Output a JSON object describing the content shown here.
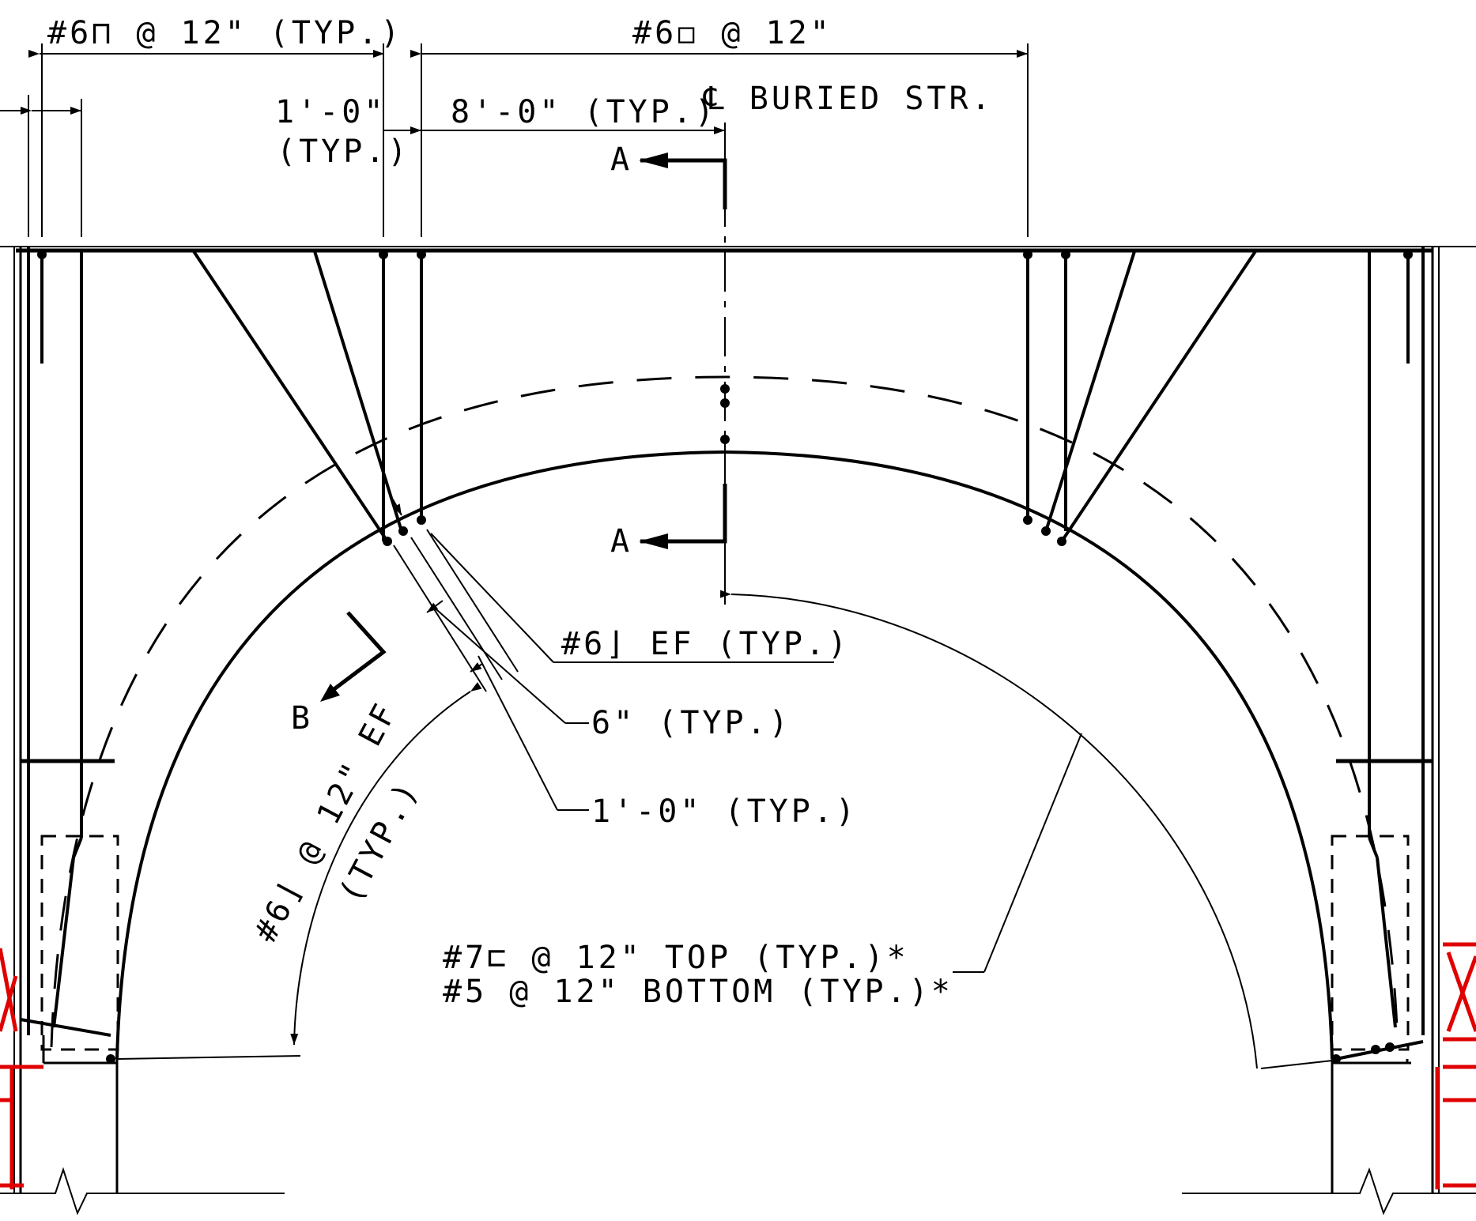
{
  "labels": {
    "lbl1": "#6⊓ @ 12\" (TYP.)",
    "lbl2": "#6◻ @ 12\"",
    "lbl3": "1'-0\"",
    "lbl4": "(TYP.)",
    "lbl5": "8'-0\" (TYP.)",
    "lbl6": "℄ BURIED STR.",
    "lbl7": "A",
    "lbl8": "A",
    "lbl9": "#6⌋ EF (TYP.)",
    "lbl10": "B",
    "lbl11": "6\" (TYP.)",
    "lbl12": "1'-0\" (TYP.)",
    "lbl13": "#6⌋ @ 12\" EF",
    "lbl14": "(TYP.)",
    "lbl15": "#7⊏ @ 12\" TOP (TYP.)*",
    "lbl16": "#5 @ 12\" BOTTOM (TYP.)*"
  },
  "colors": {
    "linework": "#000000",
    "highlight": "#e00000"
  }
}
